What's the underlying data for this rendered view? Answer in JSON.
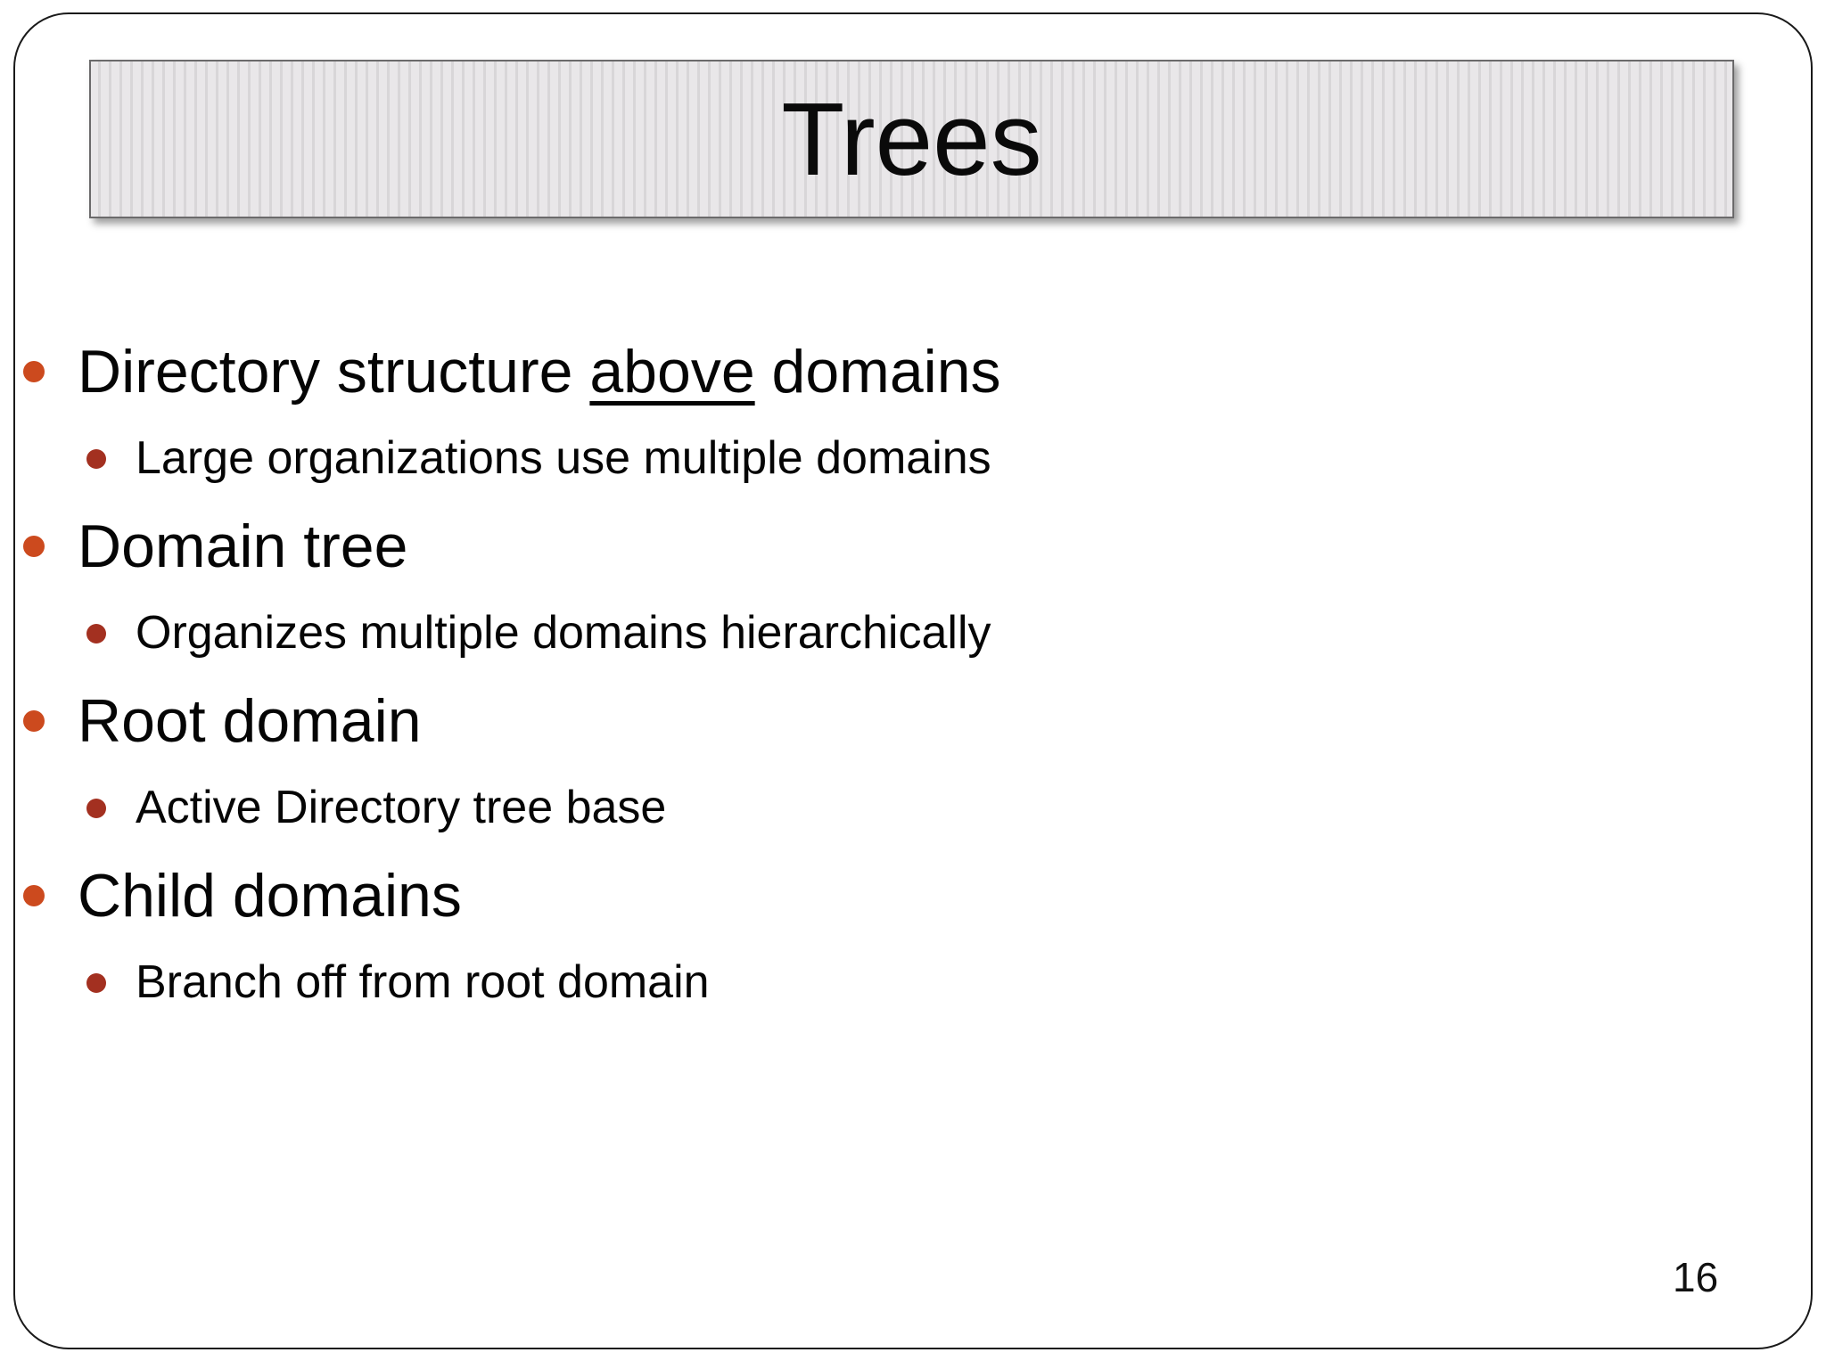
{
  "slide": {
    "title": "Trees",
    "page_number": "16",
    "bullets": [
      {
        "level": 1,
        "segments": [
          {
            "text": "Directory structure "
          },
          {
            "text": "above",
            "underline": true
          },
          {
            "text": " domains"
          }
        ]
      },
      {
        "level": 2,
        "segments": [
          {
            "text": "Large organizations use multiple domains"
          }
        ]
      },
      {
        "level": 1,
        "segments": [
          {
            "text": "Domain tree"
          }
        ]
      },
      {
        "level": 2,
        "segments": [
          {
            "text": "Organizes multiple domains hierarchically"
          }
        ]
      },
      {
        "level": 1,
        "segments": [
          {
            "text": "Root domain"
          }
        ]
      },
      {
        "level": 2,
        "segments": [
          {
            "text": "Active Directory tree base"
          }
        ]
      },
      {
        "level": 1,
        "segments": [
          {
            "text": "Child domains"
          }
        ]
      },
      {
        "level": 2,
        "segments": [
          {
            "text": "Branch off from root domain"
          }
        ]
      }
    ],
    "colors": {
      "level1_bullet": "#CC4A1E",
      "level2_bullet": "#A33020",
      "titlebar_bg": "#E9E7E9",
      "titlebar_stripe": "#D8D6D8",
      "titlebar_border": "#6B6A6B",
      "slide_border": "#1A1A1A",
      "title_text": "#0A0A0A",
      "body_text": "#050505"
    }
  }
}
